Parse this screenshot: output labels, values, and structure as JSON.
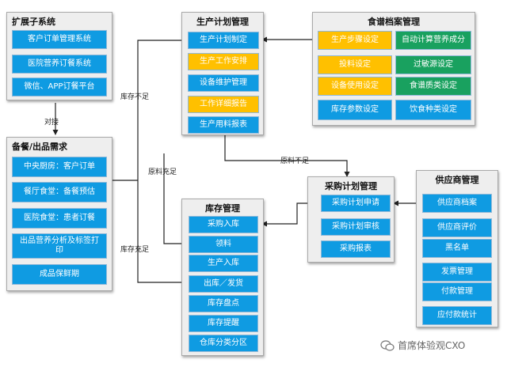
{
  "expansion": {
    "title": "扩展子系统",
    "items": [
      "客户订单管理系统",
      "医院营养订餐系统",
      "微信、APP订餐平台"
    ]
  },
  "demand": {
    "title": "备餐/出品需求",
    "items": [
      "中央厨房：客户订单",
      "餐厅食堂：备餐预估",
      "医院食堂：患者订餐",
      "出品营养分析及标签打印",
      "成品保鲜期"
    ]
  },
  "production": {
    "title": "生产计划管理",
    "items": [
      "生产计划制定",
      "生产工作安排",
      "设备维护管理",
      "工作详细报告",
      "生产用料报表"
    ]
  },
  "recipe": {
    "title": "食谱档案管理",
    "items": [
      "生产步骤设定",
      "自动计算营养成分",
      "投料设定",
      "过敏源设定",
      "设备使用设定",
      "食谱质类设定",
      "库存参数设定",
      "饮食种类设定"
    ]
  },
  "procurement": {
    "title": "采购计划管理",
    "items": [
      "采购计划申请",
      "采购计划审核",
      "采购报表"
    ]
  },
  "inventory": {
    "title": "库存管理",
    "items": [
      "采购入库",
      "领料",
      "生产入库",
      "出库／发货",
      "库存盘点",
      "库存提醒",
      "仓库分类分区"
    ]
  },
  "supplier": {
    "title": "供应商管理",
    "items": [
      "供应商档案",
      "供应商评价",
      "黑名单",
      "发票管理",
      "付款管理",
      "应付款统计"
    ]
  },
  "labels": {
    "dock": "对接",
    "stock_short": "库存不足",
    "stock_enough": "库存充足",
    "material_enough": "原料充足",
    "material_short": "原料不足"
  },
  "watermark": "首席体验观CXO",
  "colors": {
    "blue": "#0f9be2",
    "orange": "#ffc000",
    "green": "#19a15f"
  }
}
